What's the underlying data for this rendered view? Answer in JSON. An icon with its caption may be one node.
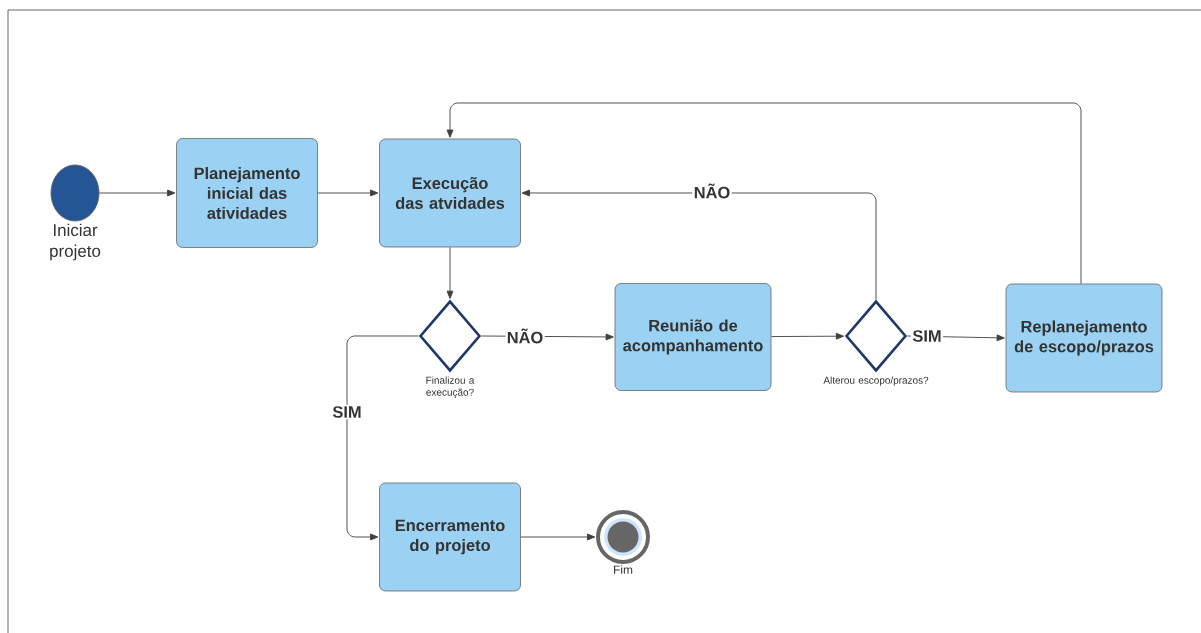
{
  "diagram": {
    "nodes": [
      {
        "text": [
          "Iniciar projeto"
        ]
      },
      {
        "text": [
          "Planejamento inicial das atividades"
        ]
      },
      {
        "text": [
          "Execução das atvidades"
        ]
      },
      {
        "text": [
          "Finalizou a execução?"
        ]
      },
      {
        "text": [
          "Reunião de acompanhamento"
        ]
      },
      {
        "text": [
          "Alterou escopo/prazos?"
        ]
      },
      {
        "text": [
          "Replanejamento de escopo/prazos"
        ]
      },
      {
        "text": [
          "Encerramento do projeto"
        ]
      },
      {
        "text": [
          "Fim"
        ]
      }
    ],
    "edges": [
      {
        "from": 0,
        "to": 1,
        "arrow": "to"
      },
      {
        "from": 1,
        "to": 2,
        "arrow": "to"
      },
      {
        "from": 2,
        "to": 3,
        "arrow": "to"
      },
      {
        "from": 3,
        "to": 4,
        "arrow": "to",
        "label": "NÃO"
      },
      {
        "from": 4,
        "to": 5,
        "arrow": "to"
      },
      {
        "from": 5,
        "to": 6,
        "arrow": "to",
        "label": "SIM"
      },
      {
        "from": 5,
        "to": 2,
        "arrow": "to",
        "label": "NÃO"
      },
      {
        "from": 6,
        "to": 2,
        "arrow": "to"
      },
      {
        "from": 3,
        "to": 7,
        "arrow": "to",
        "label": "SIM"
      },
      {
        "from": 7,
        "to": 8,
        "arrow": "to"
      }
    ]
  }
}
